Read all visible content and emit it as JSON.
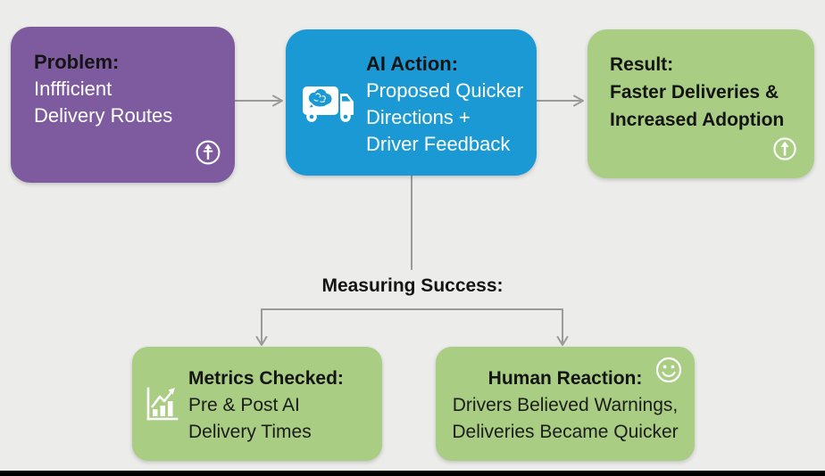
{
  "boxes": {
    "problem": {
      "title": "Problem:",
      "lines": [
        "Inffficient",
        "Delivery Routes"
      ],
      "icon": "ahead-only-arrow-circle-icon",
      "color": "#7d5b9e"
    },
    "ai_action": {
      "title": "AI Action:",
      "lines": [
        "Proposed Quicker",
        "Directions +",
        "Driver Feedback"
      ],
      "icon": "ai-brain-delivery-truck-icon",
      "color": "#1a99d5"
    },
    "result": {
      "title": "Result:",
      "lines": [
        "Faster Deliveries &",
        "Increased Adoption"
      ],
      "icon": "up-arrow-circle-icon",
      "color": "#a9cd82"
    },
    "metrics": {
      "title": "Metrics Checked:",
      "lines": [
        "Pre & Post AI",
        "Delivery Times"
      ],
      "icon": "bar-chart-growth-icon",
      "color": "#a9cd82"
    },
    "human": {
      "title": "Human Reaction:",
      "lines": [
        "Drivers Believed Warnings,",
        "Deliveries Became Quicker"
      ],
      "icon": "smiley-face-icon",
      "color": "#a9cd82"
    }
  },
  "labels": {
    "measuring_success": "Measuring Success:"
  },
  "colors": {
    "background": "#ececeb",
    "problem_box": "#7d5b9e",
    "ai_action_box": "#1a99d5",
    "green_box": "#a9cd82",
    "connector": "#9a9a9a",
    "heading_text": "#141414",
    "body_text_light": "#ffffff",
    "body_text_dark": "#1c1c1c",
    "bottom_bar": "#000000"
  }
}
